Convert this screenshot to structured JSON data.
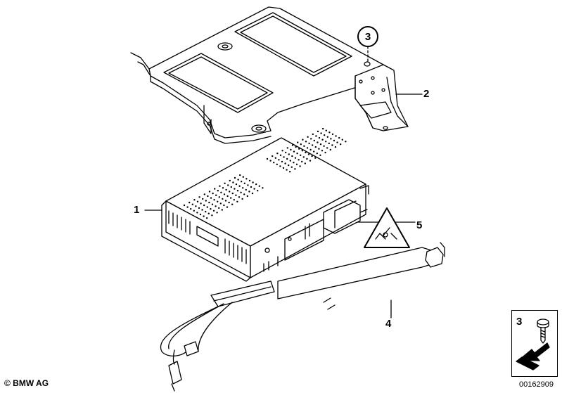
{
  "callouts": {
    "part1": "1",
    "part2": "2",
    "part3": "3",
    "part4": "4",
    "part5": "5"
  },
  "legend": {
    "number": "3"
  },
  "footer": {
    "copyright": "© BMW AG",
    "doc_number": "00162909"
  },
  "colors": {
    "line": "#000000",
    "background": "#ffffff"
  }
}
